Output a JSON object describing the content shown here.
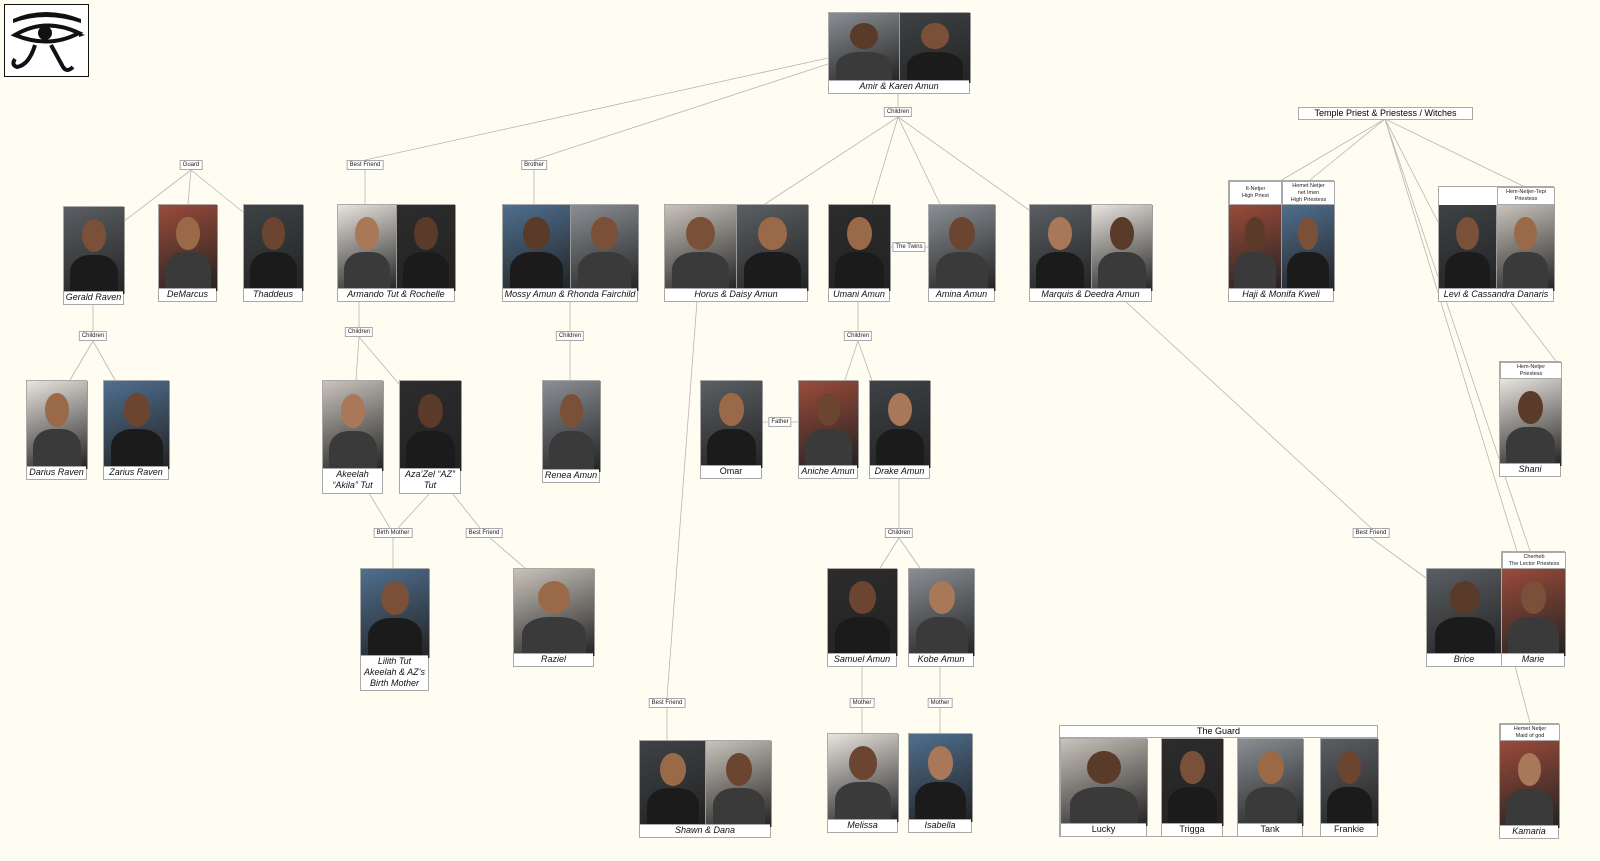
{
  "logo": {
    "icon": "eye-of-horus-icon"
  },
  "group_labels": {
    "temple": "Temple Priest & Priestess / Witches",
    "the_guard": "The Guard"
  },
  "connector_labels": {
    "amir_children": "Children",
    "guard": "Guard",
    "best_friend_armando": "Best Friend",
    "brother": "Brother",
    "gerald_children": "Children",
    "armando_children": "Children",
    "mossy_children": "Children",
    "umani_children": "Children",
    "the_twins": "The Twins",
    "father": "Father",
    "birth_mother": "Birth Mother",
    "best_friend_raziel": "Best Friend",
    "drake_children": "Children",
    "best_friend_brice": "Best Friend",
    "best_friend_shawn": "Best Friend",
    "mother_melissa": "Mother",
    "mother_isabella": "Mother"
  },
  "people": {
    "amir": {
      "name": "Amir & Karen Amun"
    },
    "gerald": {
      "name": "Gerald Raven"
    },
    "demarcus": {
      "name": "DeMarcus"
    },
    "thaddeus": {
      "name": "Thaddeus"
    },
    "armando": {
      "name": "Armando Tut & Rochelle"
    },
    "mossy": {
      "name": "Mossy Amun & Rhonda Fairchild"
    },
    "horus": {
      "name": "Horus & Daisy Amun"
    },
    "umani": {
      "name": "Umani Amun"
    },
    "amina": {
      "name": "Amina Amun"
    },
    "marquis": {
      "name": "Marquis & Deedra Amun"
    },
    "haji": {
      "name": "Haji & Monifa Kweli",
      "titles": [
        "It-Netjer\nHigh Priest",
        "Hemet Netjer\nnet Imen\nHigh Priestess"
      ]
    },
    "levi": {
      "name": "Levi & Cassandra Danaris",
      "titles": [
        "Hem-Netjer-Tepi\nPriestess"
      ]
    },
    "darius": {
      "name": "Darius Raven"
    },
    "zarius": {
      "name": "Zarius Raven"
    },
    "akeelah": {
      "name": "Akeelah\n“Akila” Tut"
    },
    "azazel": {
      "name": "Aza’Zel “AZ”\nTut"
    },
    "renea": {
      "name": "Renea Amun"
    },
    "omar": {
      "name": "Omar"
    },
    "aniche": {
      "name": "Aniche Amun"
    },
    "drake": {
      "name": "Drake Amun"
    },
    "shani": {
      "name": "Shani",
      "titles": [
        "Hem-Netjer\nPriestess"
      ]
    },
    "lilith": {
      "name": "Lilith Tut\nAkeelah & AZ’s\nBirth Mother"
    },
    "raziel": {
      "name": "Raziel"
    },
    "samuel": {
      "name": "Samuel Amun"
    },
    "kobe": {
      "name": "Kobe Amun"
    },
    "brice": {
      "name": "Brice"
    },
    "marie": {
      "name": "Marie",
      "titles": [
        "Cherheb\nThe Lector Priestess"
      ]
    },
    "shawn": {
      "name": "Shawn & Dana"
    },
    "melissa": {
      "name": "Melissa"
    },
    "isabella": {
      "name": "Isabella"
    },
    "lucky": {
      "name": "Lucky"
    },
    "trigga": {
      "name": "Trigga"
    },
    "tank": {
      "name": "Tank"
    },
    "frankie": {
      "name": "Frankie"
    },
    "kamaria": {
      "name": "Kamaria",
      "titles": [
        "Hemet Netjer\nMaid of god"
      ]
    }
  },
  "colors": {
    "background": "#fffdf2",
    "connector": "#b9b6ab",
    "border": "#a9a9a9"
  }
}
